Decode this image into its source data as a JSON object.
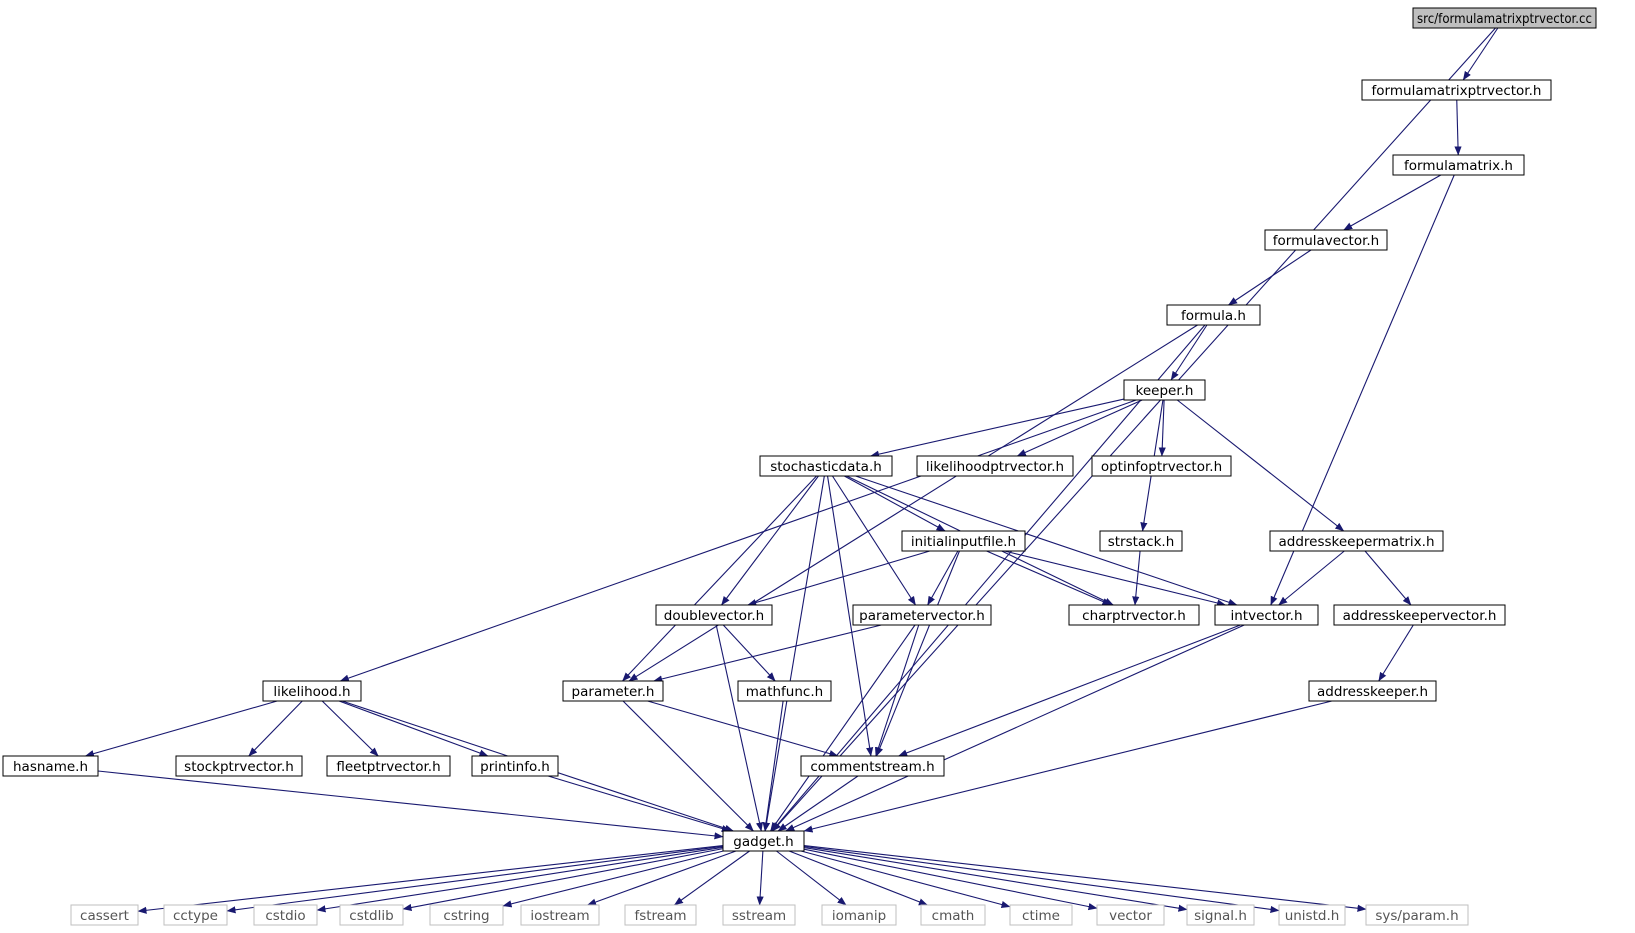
{
  "colors": {
    "edge": "#191970",
    "node_border": "#000000",
    "external_border": "#bfbfbf",
    "root_fill": "#bfbfbf",
    "external_text": "#555555",
    "text": "#000000"
  },
  "nodes": [
    {
      "id": "root",
      "label": "src/formulamatrixptrvector.cc",
      "kind": "root"
    },
    {
      "id": "fmpv",
      "label": "formulamatrixptrvector.h",
      "kind": "file"
    },
    {
      "id": "fm",
      "label": "formulamatrix.h",
      "kind": "file"
    },
    {
      "id": "fv",
      "label": "formulavector.h",
      "kind": "file"
    },
    {
      "id": "formula",
      "label": "formula.h",
      "kind": "file"
    },
    {
      "id": "keeper",
      "label": "keeper.h",
      "kind": "file"
    },
    {
      "id": "stoch",
      "label": "stochasticdata.h",
      "kind": "file"
    },
    {
      "id": "lpv",
      "label": "likelihoodptrvector.h",
      "kind": "file"
    },
    {
      "id": "oipv",
      "label": "optinfoptrvector.h",
      "kind": "file"
    },
    {
      "id": "iif",
      "label": "initialinputfile.h",
      "kind": "file"
    },
    {
      "id": "strstack",
      "label": "strstack.h",
      "kind": "file"
    },
    {
      "id": "akm",
      "label": "addresskeepermatrix.h",
      "kind": "file"
    },
    {
      "id": "dv",
      "label": "doublevector.h",
      "kind": "file"
    },
    {
      "id": "pv",
      "label": "parametervector.h",
      "kind": "file"
    },
    {
      "id": "cpv",
      "label": "charptrvector.h",
      "kind": "file"
    },
    {
      "id": "iv",
      "label": "intvector.h",
      "kind": "file"
    },
    {
      "id": "akv",
      "label": "addresskeepervector.h",
      "kind": "file"
    },
    {
      "id": "lik",
      "label": "likelihood.h",
      "kind": "file"
    },
    {
      "id": "param",
      "label": "parameter.h",
      "kind": "file"
    },
    {
      "id": "mf",
      "label": "mathfunc.h",
      "kind": "file"
    },
    {
      "id": "ak",
      "label": "addresskeeper.h",
      "kind": "file"
    },
    {
      "id": "hn",
      "label": "hasname.h",
      "kind": "file"
    },
    {
      "id": "spv",
      "label": "stockptrvector.h",
      "kind": "file"
    },
    {
      "id": "fpv",
      "label": "fleetptrvector.h",
      "kind": "file"
    },
    {
      "id": "pi",
      "label": "printinfo.h",
      "kind": "file"
    },
    {
      "id": "cs",
      "label": "commentstream.h",
      "kind": "file"
    },
    {
      "id": "gadget",
      "label": "gadget.h",
      "kind": "file"
    },
    {
      "id": "cassert",
      "label": "cassert",
      "kind": "external"
    },
    {
      "id": "cctype",
      "label": "cctype",
      "kind": "external"
    },
    {
      "id": "cstdio",
      "label": "cstdio",
      "kind": "external"
    },
    {
      "id": "cstdlib",
      "label": "cstdlib",
      "kind": "external"
    },
    {
      "id": "cstring",
      "label": "cstring",
      "kind": "external"
    },
    {
      "id": "iostream",
      "label": "iostream",
      "kind": "external"
    },
    {
      "id": "fstream",
      "label": "fstream",
      "kind": "external"
    },
    {
      "id": "sstream",
      "label": "sstream",
      "kind": "external"
    },
    {
      "id": "iomanip",
      "label": "iomanip",
      "kind": "external"
    },
    {
      "id": "cmath",
      "label": "cmath",
      "kind": "external"
    },
    {
      "id": "ctime",
      "label": "ctime",
      "kind": "external"
    },
    {
      "id": "vector",
      "label": "vector",
      "kind": "external"
    },
    {
      "id": "signal",
      "label": "signal.h",
      "kind": "external"
    },
    {
      "id": "unistd",
      "label": "unistd.h",
      "kind": "external"
    },
    {
      "id": "sysparam",
      "label": "sys/param.h",
      "kind": "external"
    }
  ],
  "edges": [
    [
      "root",
      "fmpv"
    ],
    [
      "root",
      "gadget"
    ],
    [
      "fmpv",
      "fm"
    ],
    [
      "fm",
      "fv"
    ],
    [
      "fm",
      "iv"
    ],
    [
      "fv",
      "formula"
    ],
    [
      "formula",
      "keeper"
    ],
    [
      "formula",
      "param"
    ],
    [
      "formula",
      "gadget"
    ],
    [
      "keeper",
      "stoch"
    ],
    [
      "keeper",
      "lpv"
    ],
    [
      "keeper",
      "oipv"
    ],
    [
      "keeper",
      "strstack"
    ],
    [
      "keeper",
      "akm"
    ],
    [
      "keeper",
      "lik"
    ],
    [
      "stoch",
      "iif"
    ],
    [
      "stoch",
      "dv"
    ],
    [
      "stoch",
      "pv"
    ],
    [
      "stoch",
      "cpv"
    ],
    [
      "stoch",
      "iv"
    ],
    [
      "stoch",
      "param"
    ],
    [
      "stoch",
      "cs"
    ],
    [
      "stoch",
      "gadget"
    ],
    [
      "iif",
      "dv"
    ],
    [
      "iif",
      "pv"
    ],
    [
      "iif",
      "cpv"
    ],
    [
      "iif",
      "iv"
    ],
    [
      "iif",
      "cs"
    ],
    [
      "strstack",
      "cpv"
    ],
    [
      "akm",
      "iv"
    ],
    [
      "akm",
      "akv"
    ],
    [
      "akv",
      "ak"
    ],
    [
      "ak",
      "gadget"
    ],
    [
      "dv",
      "mf"
    ],
    [
      "dv",
      "gadget"
    ],
    [
      "pv",
      "param"
    ],
    [
      "pv",
      "cs"
    ],
    [
      "pv",
      "gadget"
    ],
    [
      "iv",
      "cs"
    ],
    [
      "iv",
      "gadget"
    ],
    [
      "mf",
      "gadget"
    ],
    [
      "param",
      "cs"
    ],
    [
      "param",
      "gadget"
    ],
    [
      "cs",
      "gadget"
    ],
    [
      "lik",
      "hn"
    ],
    [
      "lik",
      "spv"
    ],
    [
      "lik",
      "fpv"
    ],
    [
      "lik",
      "pi"
    ],
    [
      "lik",
      "gadget"
    ],
    [
      "hn",
      "gadget"
    ],
    [
      "pi",
      "gadget"
    ],
    [
      "gadget",
      "cassert"
    ],
    [
      "gadget",
      "cctype"
    ],
    [
      "gadget",
      "cstdio"
    ],
    [
      "gadget",
      "cstdlib"
    ],
    [
      "gadget",
      "cstring"
    ],
    [
      "gadget",
      "iostream"
    ],
    [
      "gadget",
      "fstream"
    ],
    [
      "gadget",
      "sstream"
    ],
    [
      "gadget",
      "iomanip"
    ],
    [
      "gadget",
      "cmath"
    ],
    [
      "gadget",
      "ctime"
    ],
    [
      "gadget",
      "vector"
    ],
    [
      "gadget",
      "signal"
    ],
    [
      "gadget",
      "unistd"
    ],
    [
      "gadget",
      "sysparam"
    ]
  ]
}
